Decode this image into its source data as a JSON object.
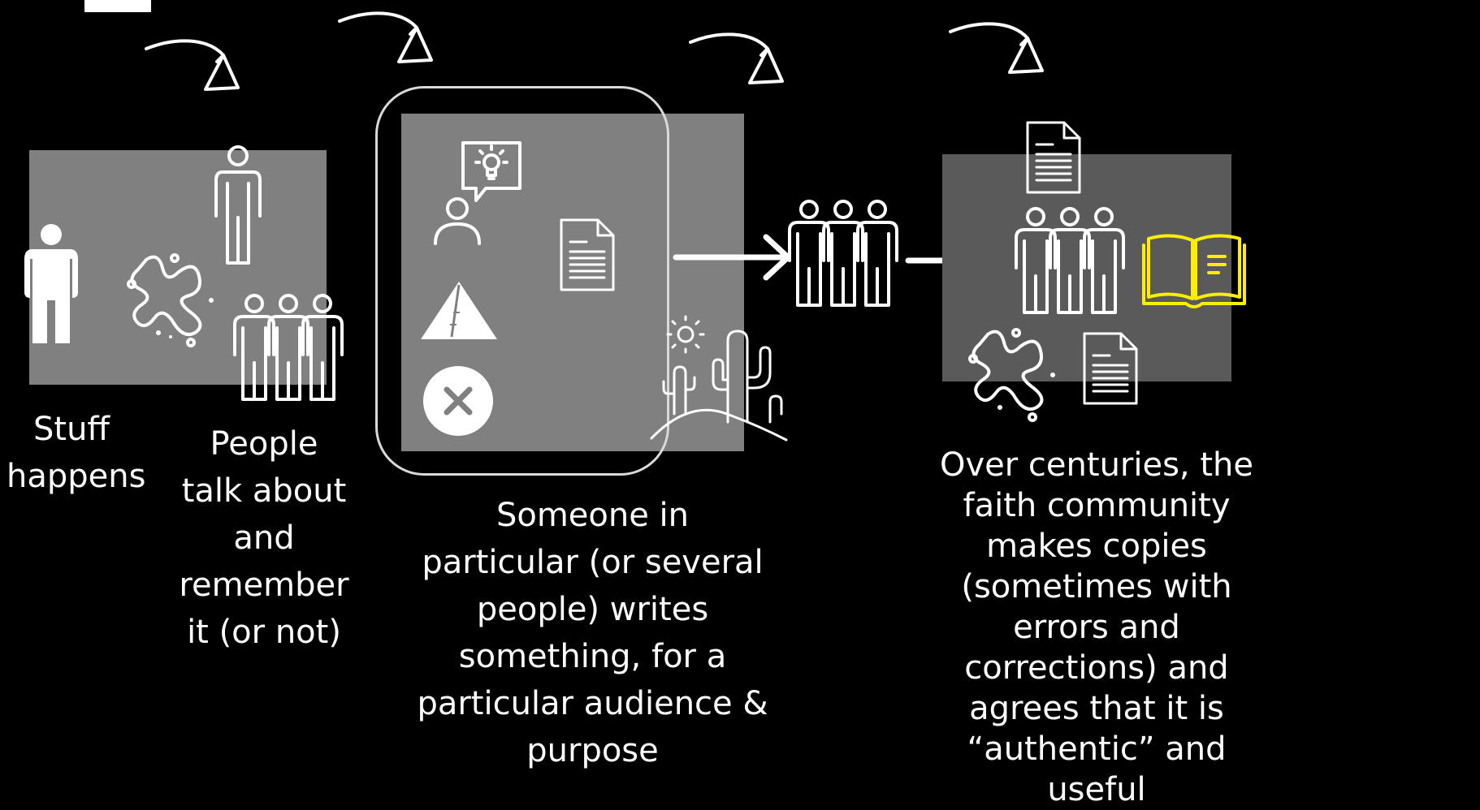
{
  "captions": {
    "stuff_happens": "Stuff happens",
    "people_talk": "People talk about and remember it (or not)",
    "someone_writes": "Someone in particular (or several people) writes something, for a particular audience & purpose",
    "community_copies": "Over centuries, the faith community makes copies (sometimes with errors and corrections) and agrees that it is “authentic” and useful"
  },
  "icons": {
    "stage1": [
      "person-icon",
      "standing-person-icon",
      "splat-icon",
      "group-icon"
    ],
    "stage2": [
      "speaker-idea-icon",
      "document-icon",
      "pyramid-icon",
      "x-circle-icon",
      "desert-icon"
    ],
    "stage3": [
      "group-icon",
      "arrow-icon"
    ],
    "stage4": [
      "document-icon",
      "group-icon",
      "open-book-icon",
      "splat-icon"
    ]
  },
  "colors": {
    "background": "#000000",
    "panel": "#808080",
    "panel_dark": "#5a5a5a",
    "icon": "#ffffff",
    "highlight": "#ffee00"
  }
}
